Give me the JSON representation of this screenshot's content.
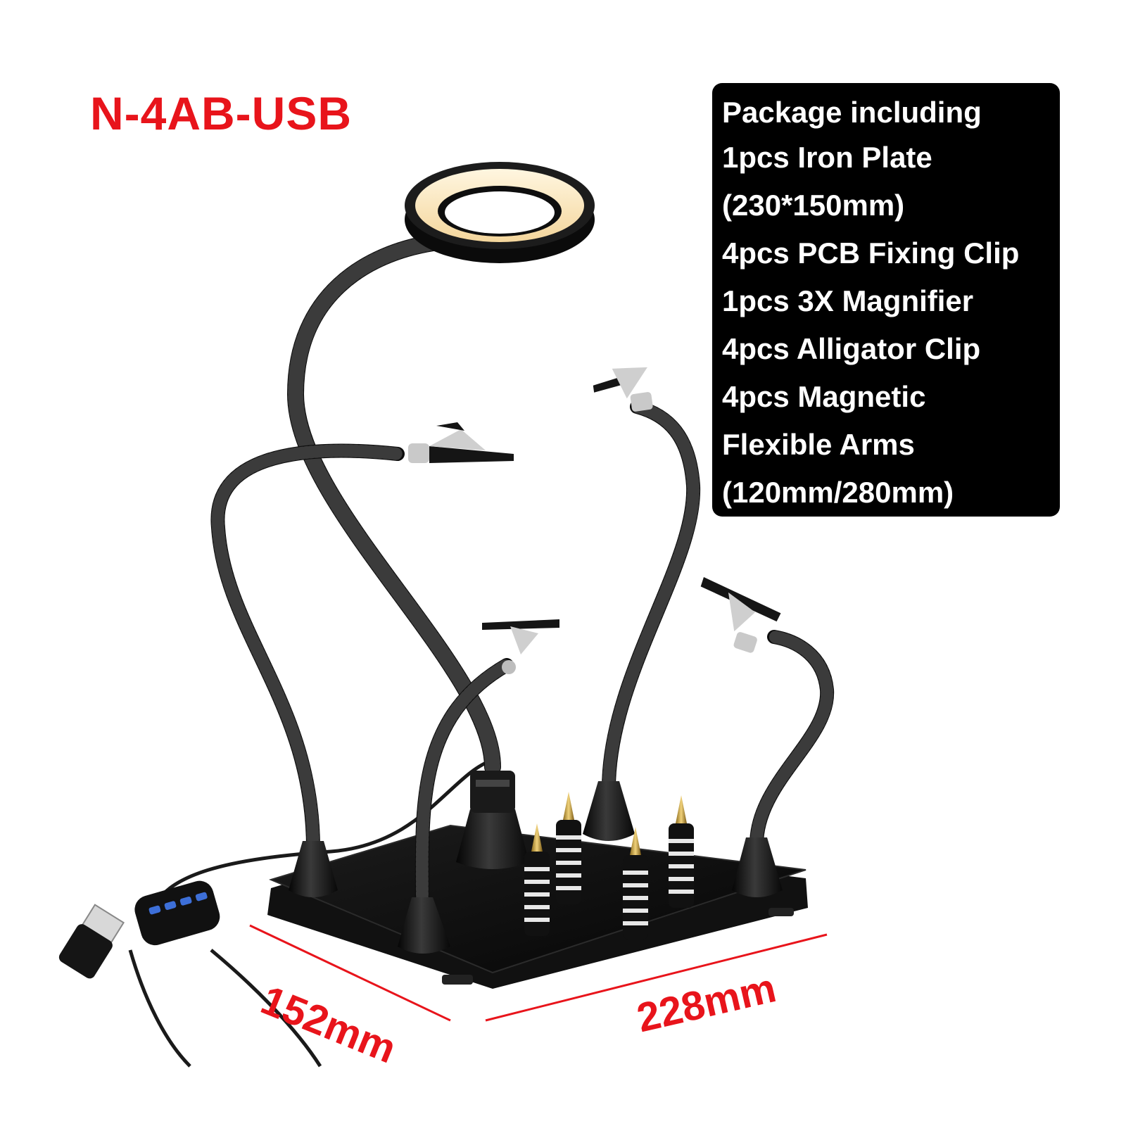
{
  "model": "N-4AB-USB",
  "package": {
    "heading": "Package including",
    "items": [
      "1pcs Iron Plate",
      "(230*150mm)",
      "4pcs PCB Fixing Clip",
      "1pcs 3X Magnifier",
      "4pcs Alligator Clip",
      "4pcs Magnetic",
      "Flexible Arms",
      "(120mm/280mm)"
    ]
  },
  "dimensions": {
    "depth": "152mm",
    "width": "228mm"
  },
  "colors": {
    "accent_red": "#e8141b",
    "box_black": "#000000",
    "product_black": "#141414",
    "lamp_glow": "#fbe9c6"
  }
}
